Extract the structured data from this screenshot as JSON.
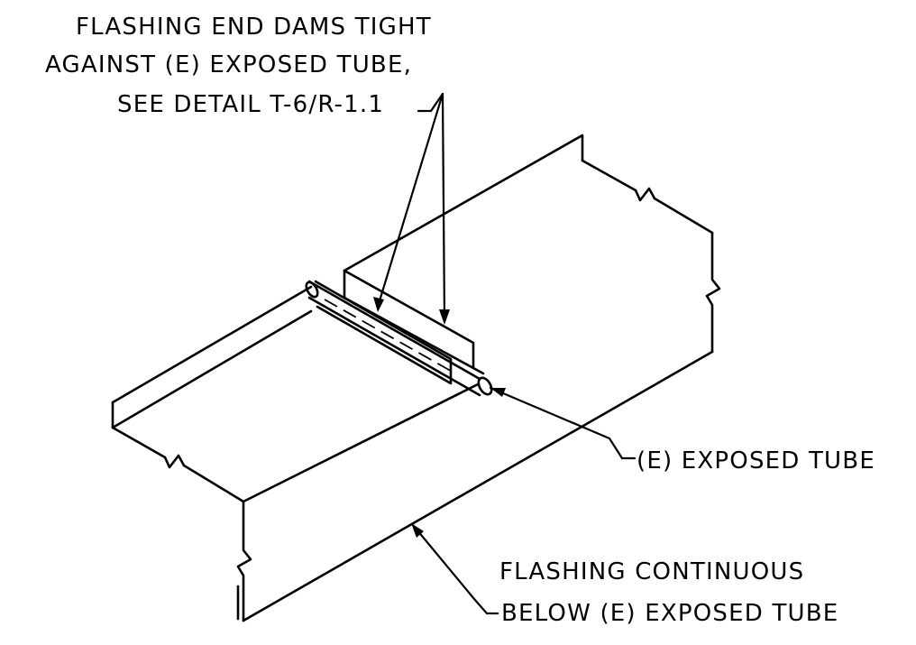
{
  "callouts": {
    "end_dams": {
      "line1": "FLASHING END DAMS TIGHT",
      "line2": "AGAINST (E) EXPOSED TUBE,",
      "line3": "SEE DETAIL T-6/R-1.1"
    },
    "tube": {
      "text": "(E) EXPOSED TUBE"
    },
    "continuous": {
      "line1": "FLASHING CONTINUOUS",
      "line2": "BELOW (E) EXPOSED TUBE"
    }
  }
}
